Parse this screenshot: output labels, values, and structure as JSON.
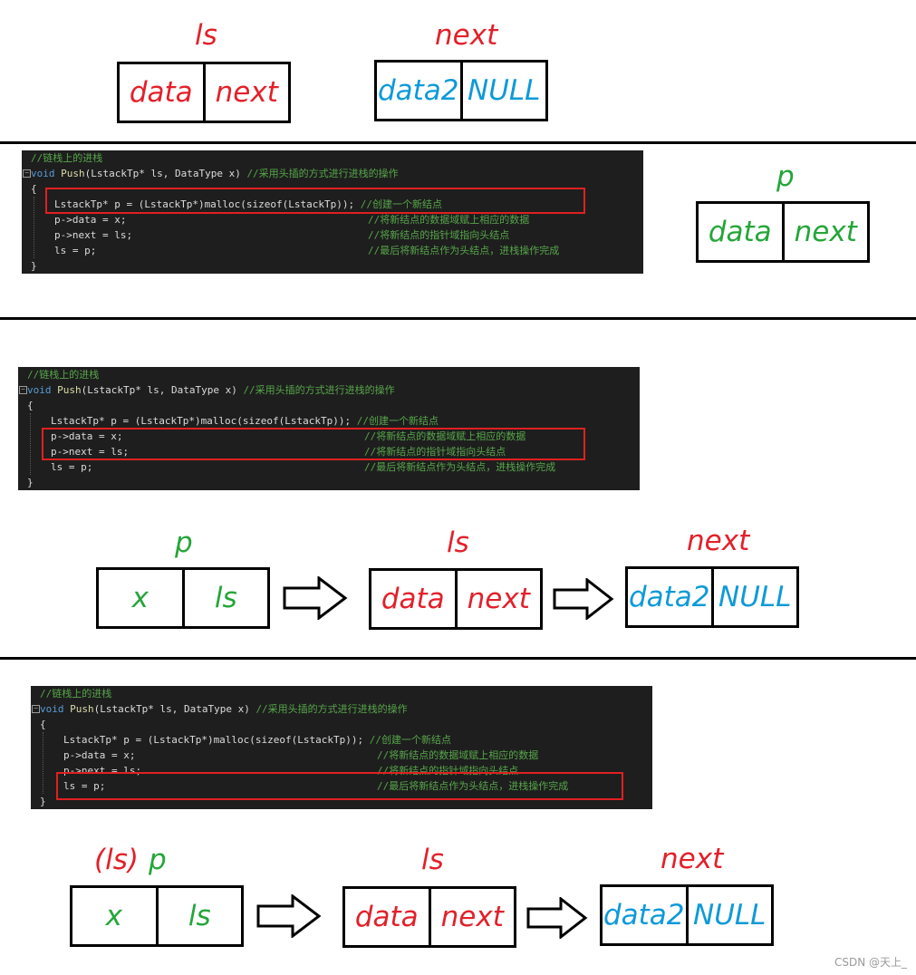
{
  "section1": {
    "label_ls": "ls",
    "label_next": "next",
    "node_ls": {
      "data": "data",
      "next": "next"
    },
    "node_next": {
      "data": "data2",
      "next": "NULL"
    }
  },
  "code": {
    "comment_title": "//链栈上的进栈",
    "line_sig_void": "void",
    "line_sig_push": "Push",
    "line_sig_params": "(LstackTp* ls, DataType x) ",
    "line_sig_comment": "//采用头插的方式进行进栈的操作",
    "brace_open": "{",
    "line_malloc": "LstackTp* p = (LstackTp*)malloc(sizeof(LstackTp)); ",
    "line_malloc_comment": "//创建一个新结点",
    "line_data": "p->data = x;",
    "line_data_comment": "//将新结点的数据域赋上相应的数据",
    "line_next": "p->next = ls;",
    "line_next_comment": "//将新结点的指针域指向头结点",
    "line_ls": "ls = p;",
    "line_ls_comment": "//最后将新结点作为头结点，进栈操作完成",
    "brace_close": "}"
  },
  "section2": {
    "label_p": "p",
    "node_p": {
      "data": "data",
      "next": "next"
    }
  },
  "section3": {
    "label_p": "p",
    "label_ls": "ls",
    "label_next": "next",
    "node_p": {
      "data": "x",
      "next": "ls"
    },
    "node_ls": {
      "data": "data",
      "next": "next"
    },
    "node_next": {
      "data": "data2",
      "next": "NULL"
    }
  },
  "section4": {
    "label_ls_paren": "(ls)",
    "label_p": "p",
    "label_ls": "ls",
    "label_next": "next",
    "node_p": {
      "data": "x",
      "next": "ls"
    },
    "node_ls": {
      "data": "data",
      "next": "next"
    },
    "node_next": {
      "data": "data2",
      "next": "NULL"
    }
  },
  "colors": {
    "red": "#e3202a",
    "green": "#24a639",
    "blue": "#0e9ad8",
    "code_bg": "#1e1e1e",
    "highlight_box": "#e02020"
  },
  "watermark": "CSDN @天上_"
}
